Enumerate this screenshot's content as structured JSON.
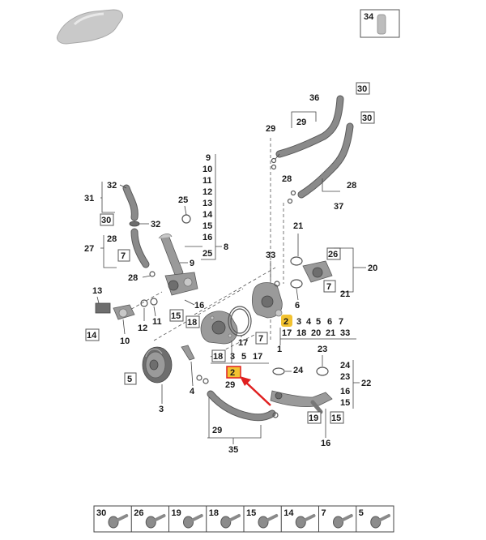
{
  "colors": {
    "highlight": "#f2c230",
    "highlight_border": "#e02020",
    "arrow": "#e02020",
    "part_gray": "#9a9a9a"
  },
  "icons": {
    "car": "car-silhouette-icon",
    "arrow": "red-arrow-icon"
  },
  "top_box": {
    "label": "34"
  },
  "labels": {
    "l36": "36",
    "l29a": "29",
    "l30a": "30",
    "l30b": "30",
    "l29b": "29",
    "l28a": "28",
    "l28b": "28",
    "l37": "37",
    "l9": "9",
    "l10": "10",
    "l11": "11",
    "l12": "12",
    "l13a": "13",
    "l14a": "14",
    "l15a": "15",
    "l16a": "16",
    "l8": "8",
    "l25a": "25",
    "l32a": "32",
    "l31": "31",
    "l25b": "25",
    "l30c": "30",
    "l32b": "32",
    "l28c": "28",
    "l27": "27",
    "l7a": "7",
    "l9b": "9",
    "l28d": "28",
    "l16b": "16",
    "l33": "33",
    "l21a": "21",
    "l26": "26",
    "l20": "20",
    "l21b": "21",
    "l6": "6",
    "l13b": "13",
    "l14b": "14",
    "l12b": "12",
    "l11b": "11",
    "l10b": "10",
    "l15b": "15",
    "l18a": "18",
    "l17a": "17",
    "l7b": "7",
    "g2": "2",
    "g3": "3",
    "g4": "4",
    "g5": "5",
    "g6": "6",
    "g7": "7",
    "g17": "17",
    "g18": "18",
    "g20": "20",
    "g21": "21",
    "g33": "33",
    "l1": "1",
    "l18b": "18",
    "l3b": "3",
    "l5b": "5",
    "l17b": "17",
    "l23": "23",
    "l24a": "24",
    "l24b": "24",
    "l23b": "23",
    "l22": "22",
    "l16c": "16",
    "l15c": "15",
    "l16d": "16",
    "l19": "19",
    "l15d": "15",
    "l5": "5",
    "l3": "3",
    "l4": "4",
    "l2": "2",
    "l29c": "29",
    "l29d": "29",
    "l35": "35"
  },
  "bottom_strip": [
    {
      "label": "30"
    },
    {
      "label": "26"
    },
    {
      "label": "19"
    },
    {
      "label": "18"
    },
    {
      "label": "15"
    },
    {
      "label": "14"
    },
    {
      "label": "7"
    },
    {
      "label": "5"
    }
  ]
}
